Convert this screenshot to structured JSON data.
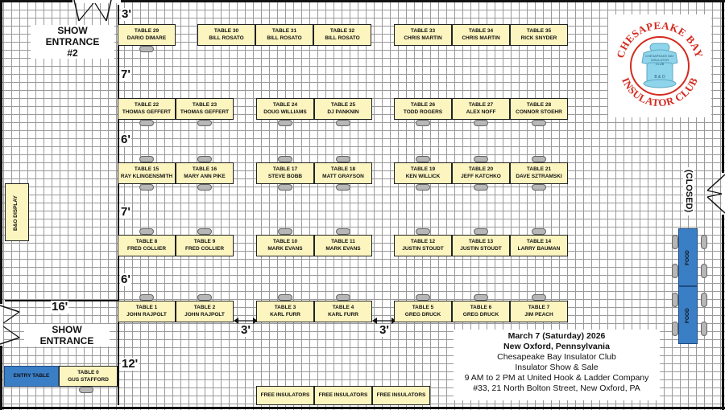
{
  "entrances": {
    "entrance_2": "SHOW ENTRANCE\n#2",
    "main": "SHOW ENTRANCE",
    "closed": "(CLOSED)"
  },
  "tables": [
    {
      "table": "TABLE 29",
      "name": "DARIO DIMARE"
    },
    {
      "table": "TABLE 30",
      "name": "BILL ROSATO"
    },
    {
      "table": "TABLE 31",
      "name": "BILL ROSATO"
    },
    {
      "table": "TABLE 32",
      "name": "BILL ROSATO"
    },
    {
      "table": "TABLE 33",
      "name": "CHRIS MARTIN"
    },
    {
      "table": "TABLE 34",
      "name": "CHRIS MARTIN"
    },
    {
      "table": "TABLE 35",
      "name": "RICK SNYDER"
    },
    {
      "table": "TABLE 22",
      "name": "THOMAS GEFFERT"
    },
    {
      "table": "TABLE 23",
      "name": "THOMAS GEFFERT"
    },
    {
      "table": "TABLE 24",
      "name": "DOUG WILLIAMS"
    },
    {
      "table": "TABLE 25",
      "name": "DJ PANKNIN"
    },
    {
      "table": "TABLE 26",
      "name": "TODD ROGERS"
    },
    {
      "table": "TABLE 27",
      "name": "ALEX NOFF"
    },
    {
      "table": "TABLE 28",
      "name": "CONNOR STOEHR"
    },
    {
      "table": "TABLE 15",
      "name": "RAY KLINGENSMITH"
    },
    {
      "table": "TABLE 16",
      "name": "MARY ANN PIKE"
    },
    {
      "table": "TABLE 17",
      "name": "STEVE BOBB"
    },
    {
      "table": "TABLE 18",
      "name": "MATT GRAYSON"
    },
    {
      "table": "TABLE 19",
      "name": "KEN WILLICK"
    },
    {
      "table": "TABLE 20",
      "name": "JEFF KATCHKO"
    },
    {
      "table": "TABLE 21",
      "name": "DAVE SZTRAMSKI"
    },
    {
      "table": "TABLE 8",
      "name": "FRED COLLIER"
    },
    {
      "table": "TABLE 9",
      "name": "FRED COLLIER"
    },
    {
      "table": "TABLE 10",
      "name": "MARK EVANS"
    },
    {
      "table": "TABLE 11",
      "name": "MARK EVANS"
    },
    {
      "table": "TABLE 12",
      "name": "JUSTIN STOUDT"
    },
    {
      "table": "TABLE 13",
      "name": "JUSTIN STOUDT"
    },
    {
      "table": "TABLE 14",
      "name": "LARRY BAUMAN"
    },
    {
      "table": "TABLE 1",
      "name": "JOHN RAJPOLT"
    },
    {
      "table": "TABLE 2",
      "name": "JOHN RAJPOLT"
    },
    {
      "table": "TABLE 3",
      "name": "KARL FURR"
    },
    {
      "table": "TABLE 4",
      "name": "KARL FURR"
    },
    {
      "table": "TABLE 5",
      "name": "GREG DRUCK"
    },
    {
      "table": "TABLE 6",
      "name": "GREG DRUCK"
    },
    {
      "table": "TABLE 7",
      "name": "JIM PEACH"
    },
    {
      "table": "TABLE 0",
      "name": "GUS STAFFORD"
    }
  ],
  "entry_table": "ENTRY TABLE",
  "bo_display": "B&O DISPLAY",
  "food": [
    "FOOD",
    "FOOD"
  ],
  "free_insulators": [
    "FREE INSULATORS",
    "FREE INSULATORS",
    "FREE INSULATORS"
  ],
  "dimensions": {
    "top_gap": "3'",
    "row_gap_1": "7'",
    "row_gap_2": "6'",
    "row_gap_3": "7'",
    "row_gap_4": "6'",
    "entrance_width": "16'",
    "bottom_gap": "12'",
    "aisle_1": "3'",
    "aisle_2": "3'"
  },
  "event": {
    "date": "March 7 (Saturday) 2026",
    "location": "New Oxford, Pennsylvania",
    "club": "Chesapeake Bay Insulator Club",
    "show": "Insulator Show & Sale",
    "hours": "9 AM to 2 PM at United Hook & Ladder Company",
    "address": "#33, 21 North Bolton Street, New Oxford, PA"
  },
  "logo": {
    "arc_top": "CHESAPEAKE BAY",
    "arc_bottom": "INSULATOR CLUB",
    "insulator_text_1": "CHESAPEAKE BAY",
    "insulator_text_2": "INSULATOR",
    "insulator_text_3": "CLUB",
    "insulator_text_4": "B & O",
    "colors": {
      "ring": "#d42a1f",
      "insulator": "#8ed4ea"
    }
  }
}
